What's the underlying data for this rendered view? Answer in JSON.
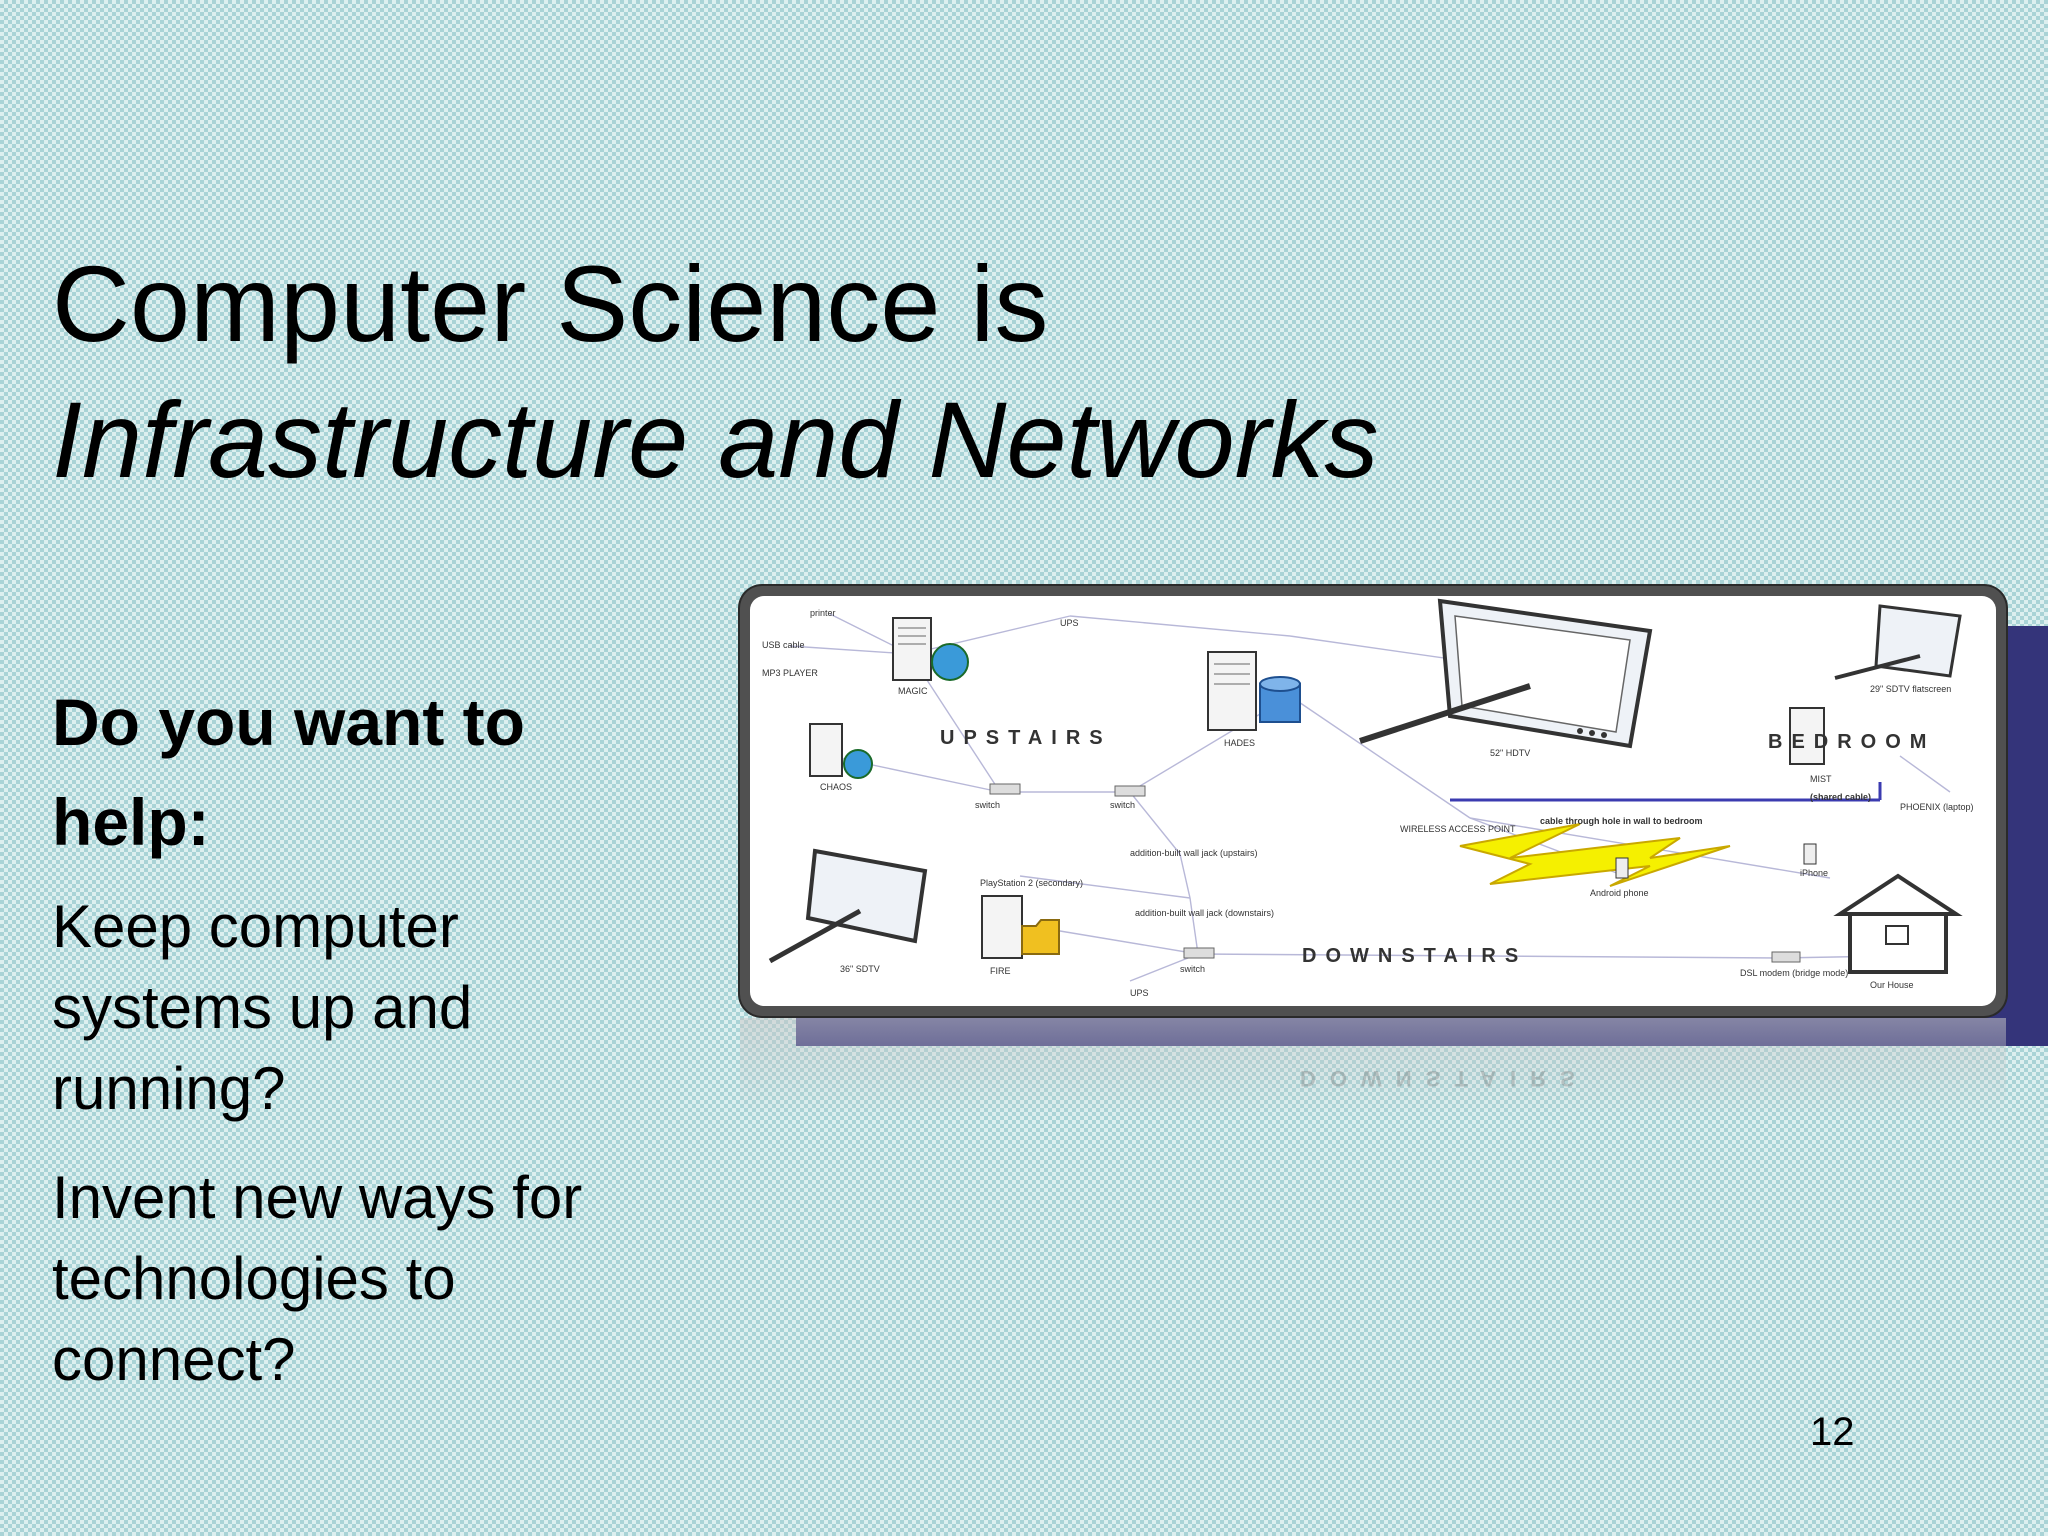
{
  "slide": {
    "title_line1": "Computer Science is",
    "title_line2": "Infrastructure and Networks",
    "question": "Do you want to help:",
    "points": [
      "Keep computer systems up and running?",
      "Invent new ways for technologies to connect?"
    ],
    "page_number": "12"
  },
  "diagram": {
    "zones": {
      "upstairs": "UPSTAIRS",
      "bedroom": "BEDROOM",
      "downstairs": "DOWNSTAIRS"
    },
    "labels": {
      "printer": "printer",
      "usb_cable": "USB cable",
      "mp3_player": "MP3 PLAYER",
      "magic": "MAGIC",
      "ups_top": "UPS",
      "hades": "HADES",
      "chaos": "CHAOS",
      "switch_a": "switch",
      "switch_b": "switch",
      "tv_52": "52\" HDTV",
      "tv_29": "29\" SDTV flatscreen",
      "mist": "MIST",
      "phoenix": "PHOENIX (laptop)",
      "shared_cable": "(shared cable)",
      "cable_hole": "cable through hole in wall to bedroom",
      "wap": "WIRELESS ACCESS POINT",
      "wall_jack_up": "addition-built wall jack (upstairs)",
      "wall_jack_down": "addition-built wall jack (downstairs)",
      "playstation": "PlayStation 2 (secondary)",
      "android": "Android phone",
      "iphone": "iPhone",
      "tv_36": "36\" SDTV",
      "fire": "FIRE",
      "switch_c": "switch",
      "ups_bottom": "UPS",
      "dsl_modem": "DSL modem (bridge mode)",
      "our_house": "Our House"
    }
  },
  "colors": {
    "navy": "#34347a",
    "frame": "#505050",
    "bolt": "#f5f000",
    "globe": "#3a9ad9",
    "disk": "#4a90d9",
    "folder": "#f0c020"
  },
  "icons": [
    "monitor-icon",
    "server-icon",
    "globe-icon",
    "database-icon",
    "house-icon",
    "lightning-icon",
    "folder-icon",
    "phone-icon",
    "switch-icon"
  ]
}
